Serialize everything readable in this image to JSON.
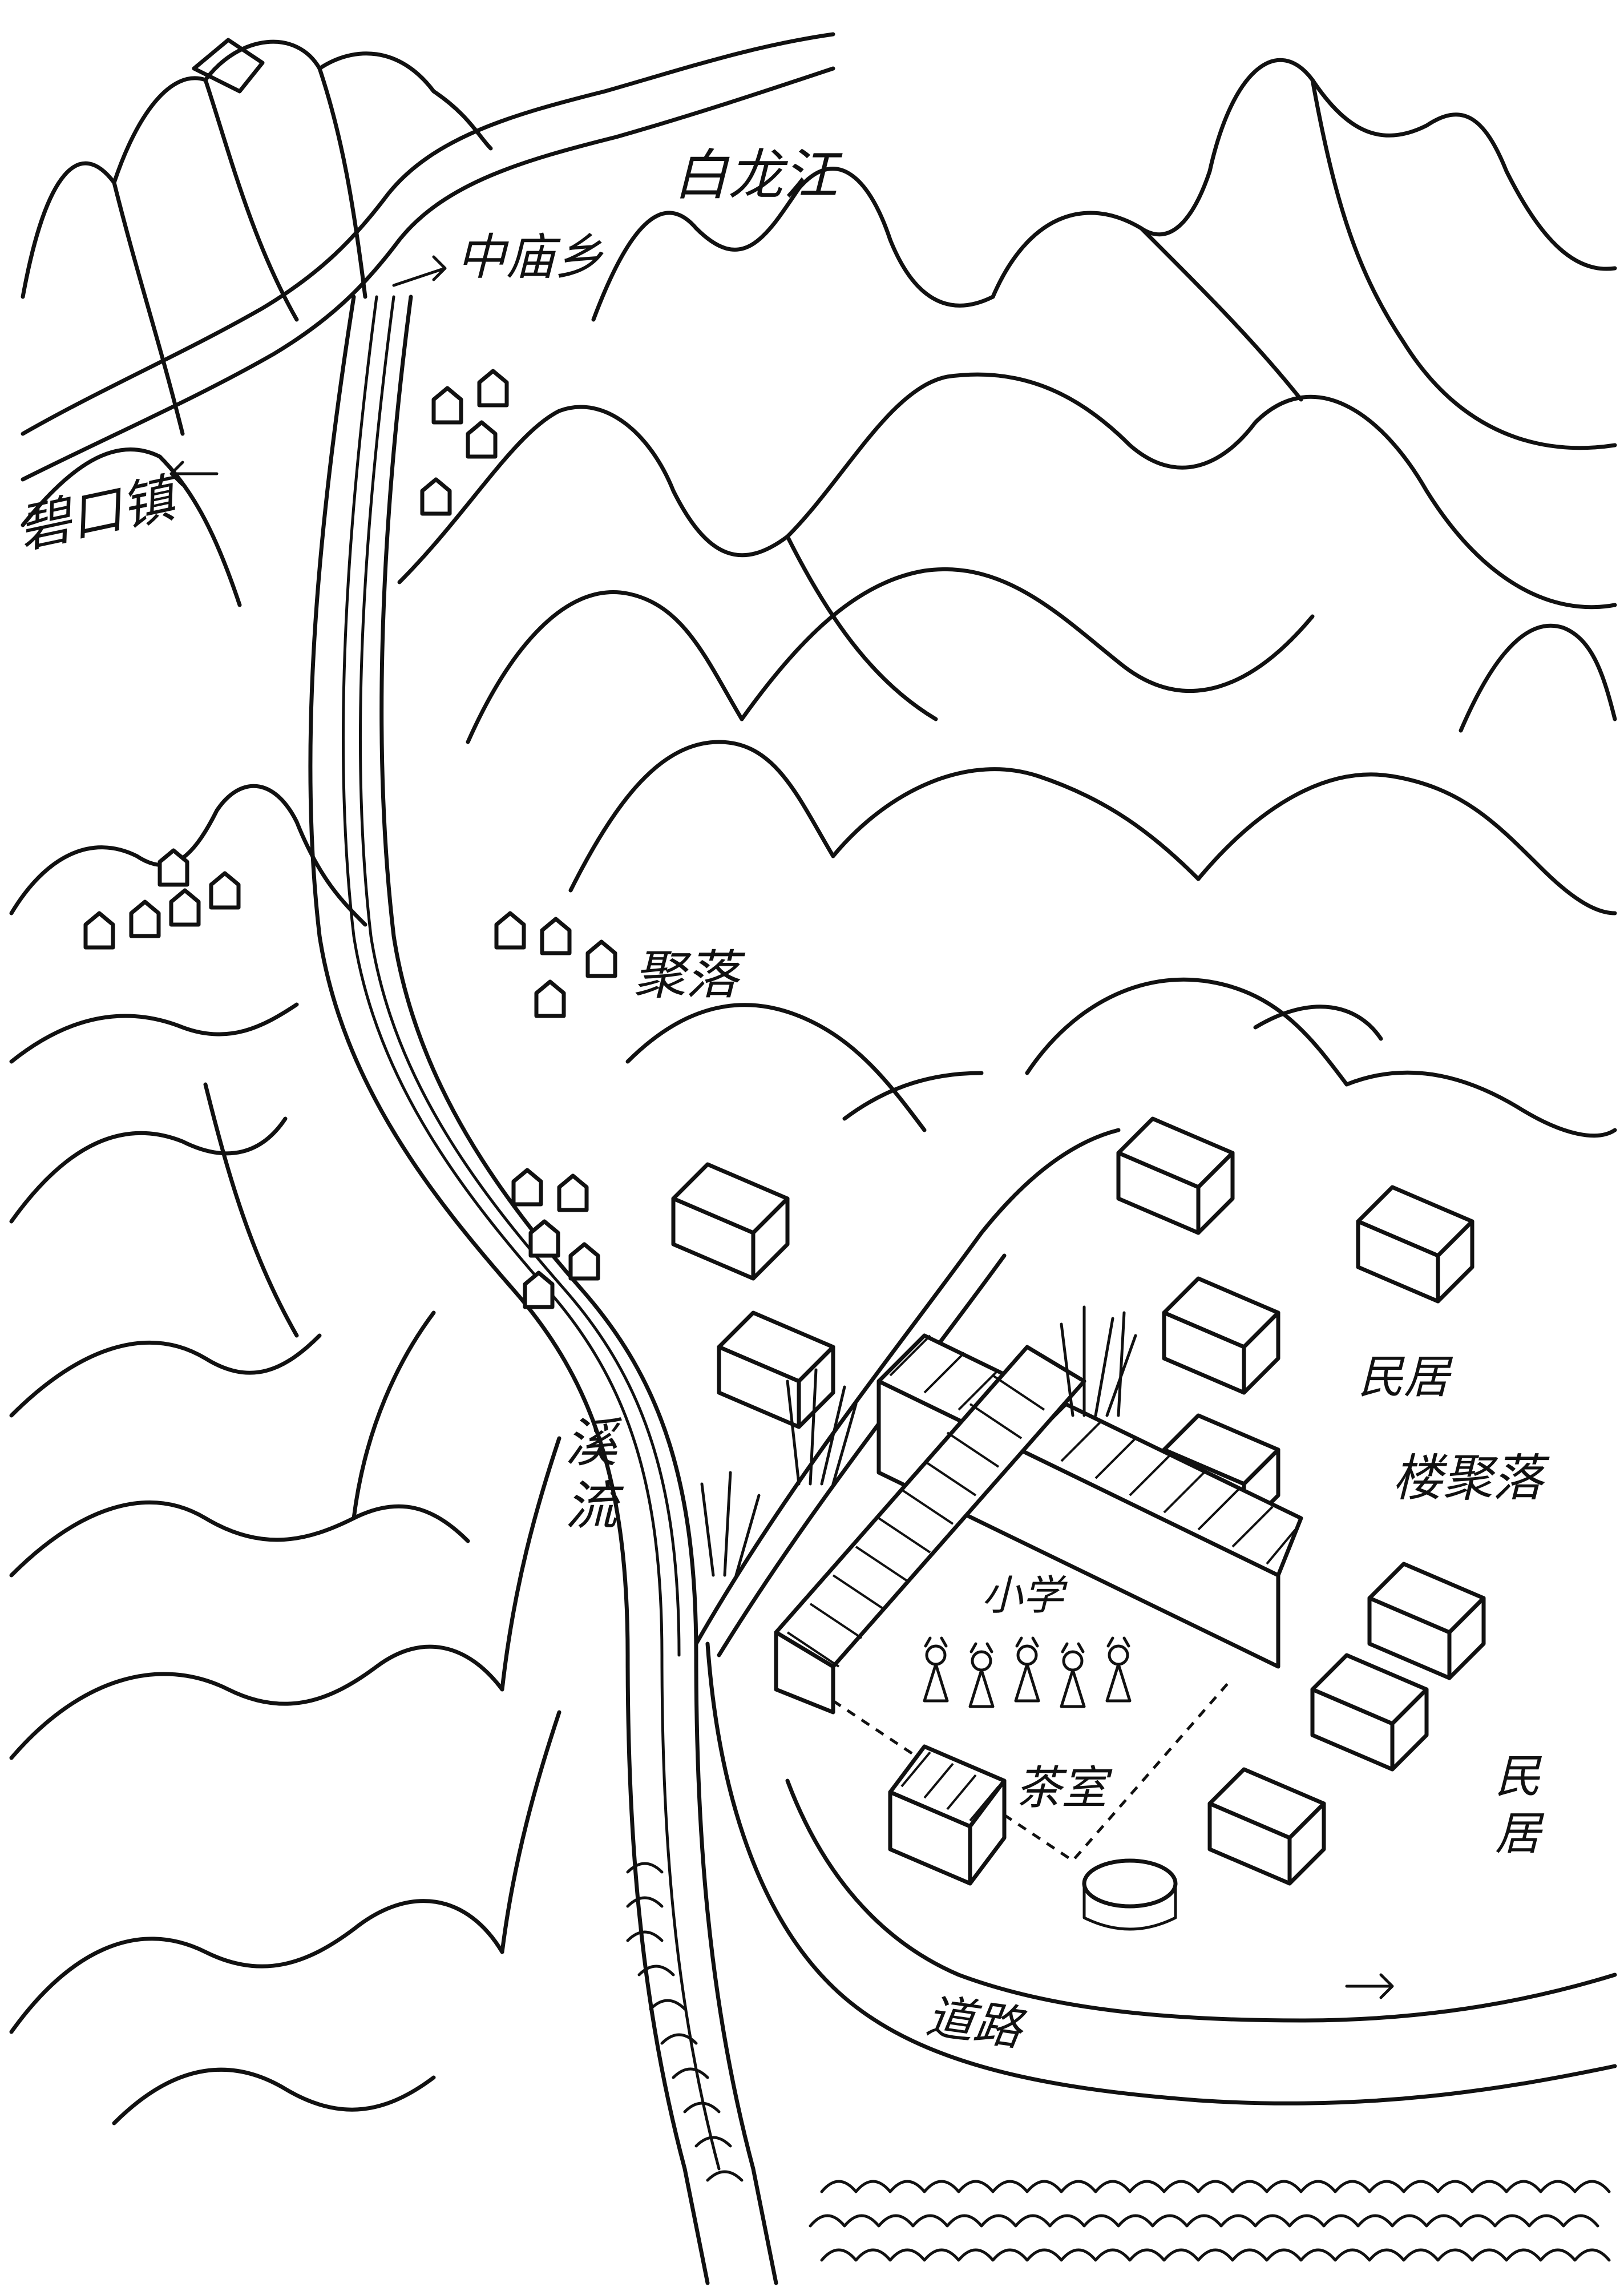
{
  "labels": {
    "river_name": "白龙江",
    "zhongmiao": "中庙乡",
    "bikou": "碧口镇",
    "cluster_upper": "聚落",
    "stream": "溪流",
    "residence_1": "民居",
    "dwelling_cluster": "楼聚落",
    "school": "小学",
    "teahouse": "茶室",
    "residence_2": "民居",
    "road": "道路"
  },
  "colors": {
    "ink": "#111111",
    "paper": "#ffffff"
  },
  "icons": {
    "house": "house-icon",
    "grass": "grass-icon",
    "arrow": "arrow-icon",
    "well": "well-icon",
    "people": "person-icon"
  }
}
